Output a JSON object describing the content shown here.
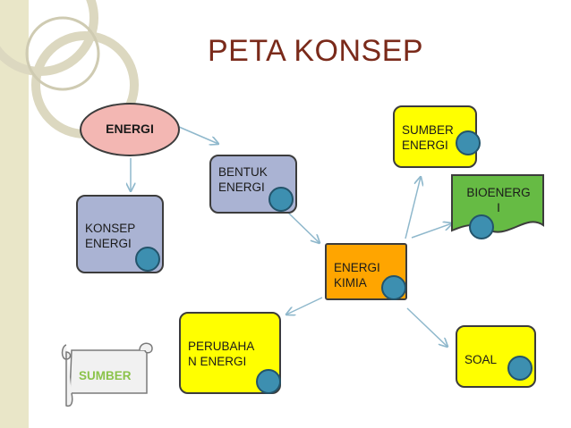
{
  "title": "PETA KONSEP",
  "nodes": {
    "energi": "ENERGI",
    "konsep_energi": "KONSEP\nENERGI",
    "bentuk_energi": "BENTUK\nENERGI",
    "sumber_energi": "SUMBER\nENERGI",
    "bioenergi": "BIOENERG\nI",
    "energi_kimia": "ENERGI\nKIMIA",
    "perubahan_energi": "PERUBAHA\nN ENERGI",
    "soal": "SOAL",
    "sumber_scroll": "SUMBER"
  },
  "colors": {
    "title": "#7a2a1a",
    "knob": "#3d8fb0",
    "arrow": "#8fb8cc",
    "bioenergi": "#66bb44",
    "sumber_link": "#8bc34a",
    "scroll_fill": "#f1f1f1"
  }
}
